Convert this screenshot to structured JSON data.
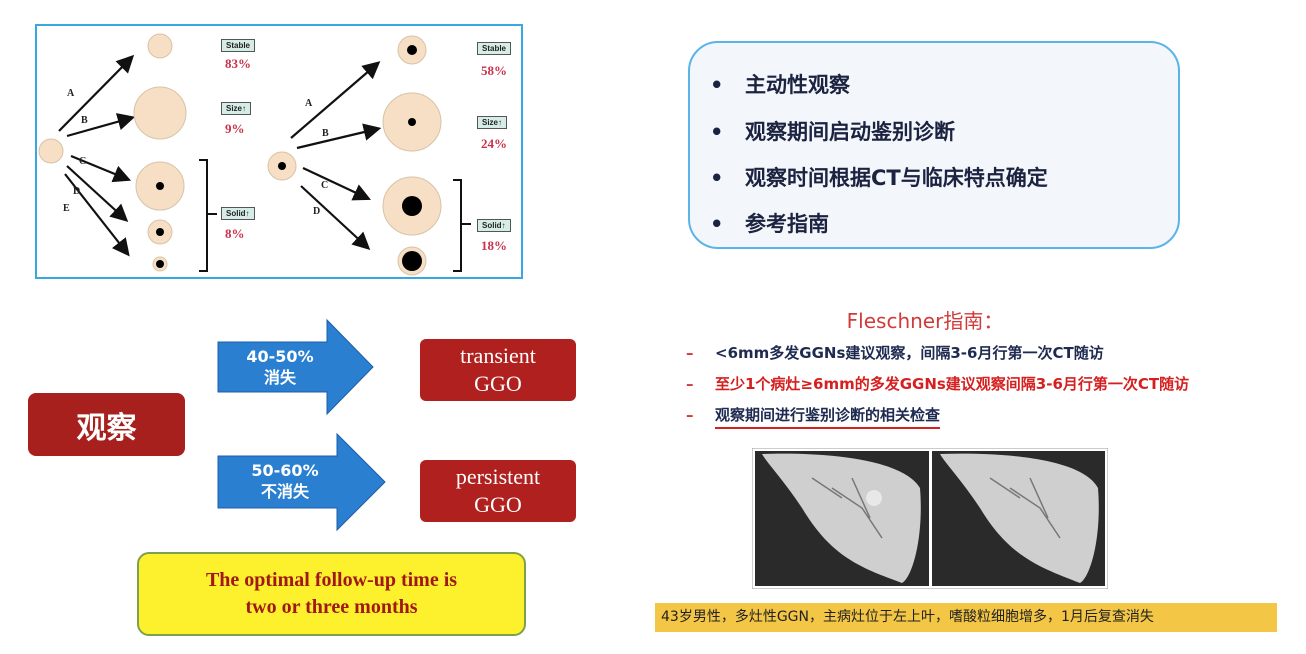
{
  "diagram": {
    "left": {
      "branches": [
        "A",
        "B",
        "C",
        "D",
        "E"
      ],
      "tags": [
        "Stable",
        "Size↑",
        "Solid↑"
      ],
      "pcts": [
        "83%",
        "9%",
        "8%"
      ]
    },
    "right": {
      "branches": [
        "A",
        "B",
        "C",
        "D"
      ],
      "tags": [
        "Stable",
        "Size↑",
        "Solid↑"
      ],
      "pcts": [
        "58%",
        "24%",
        "18%"
      ]
    }
  },
  "summary": {
    "bullets": [
      "主动性观察",
      "观察期间启动鉴别诊断",
      "观察时间根据CT与临床特点确定",
      "参考指南"
    ],
    "bullet_char": "•"
  },
  "flow": {
    "observe": "观察",
    "arrow1": {
      "pct": "40-50%",
      "label": "消失"
    },
    "arrow2": {
      "pct": "50-60%",
      "label": "不消失"
    },
    "result1": [
      "transient",
      "GGO"
    ],
    "result2": [
      "persistent",
      "GGO"
    ],
    "note": [
      "The optimal follow-up time is",
      "two or three months"
    ]
  },
  "guide": {
    "title": "Fleschner指南：",
    "dash": "–",
    "items": [
      "<6mm多发GGNs建议观察，间隔3-6月行第一次CT随访",
      "至少1个病灶≥6mm的多发GGNs建议观察间隔3-6月行第一次CT随访",
      "观察期间进行鉴别诊断的相关检查"
    ],
    "caption": "43岁男性，多灶性GGN，主病灶位于左上叶，嗜酸粒细胞增多，1月后复查消失"
  },
  "colors": {
    "nodule": "#f6dfc4",
    "red": "#b0201e",
    "blue": "#2a7fd0"
  }
}
